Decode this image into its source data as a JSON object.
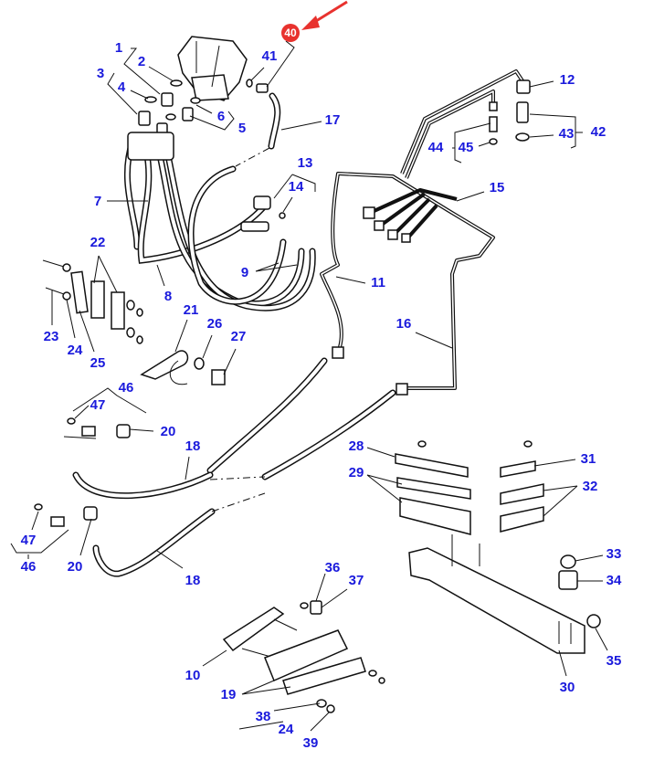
{
  "diagram": {
    "highlight_color": "#e8322e",
    "label_color": "#1a1adc",
    "highlighted_callout": "40",
    "callouts": {
      "c1": "1",
      "c2": "2",
      "c3": "3",
      "c4": "4",
      "c5": "5",
      "c6": "6",
      "c7": "7",
      "c8": "8",
      "c9": "9",
      "c10": "10",
      "c11": "11",
      "c12": "12",
      "c13": "13",
      "c14": "14",
      "c15": "15",
      "c16": "16",
      "c17": "17",
      "c18a": "18",
      "c18b": "18",
      "c19": "19",
      "c20a": "20",
      "c20b": "20",
      "c21": "21",
      "c22": "22",
      "c23": "23",
      "c24a": "24",
      "c24b": "24",
      "c25": "25",
      "c26": "26",
      "c27": "27",
      "c28": "28",
      "c29": "29",
      "c30": "30",
      "c31": "31",
      "c32": "32",
      "c33": "33",
      "c34": "34",
      "c35": "35",
      "c36": "36",
      "c37": "37",
      "c38": "38",
      "c39": "39",
      "c40": "40",
      "c41": "41",
      "c42": "42",
      "c43": "43",
      "c44": "44",
      "c45": "45",
      "c46a": "46",
      "c46b": "46",
      "c47a": "47",
      "c47b": "47"
    }
  }
}
